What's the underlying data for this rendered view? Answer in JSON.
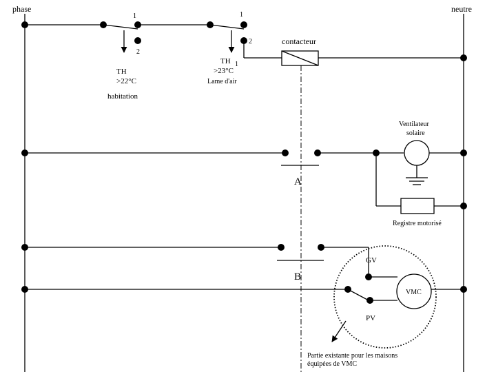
{
  "rails": {
    "phase": "phase",
    "neutre": "neutre"
  },
  "thermostat_habitation": {
    "contact_1": "1",
    "contact_2": "2",
    "name": "TH",
    "setpoint": ">22°C",
    "location": "habitation"
  },
  "thermostat_lame_air": {
    "contact_1": "1",
    "contact_2": "2",
    "contact_1_bis": "1",
    "name": "TH",
    "setpoint": ">23°C",
    "location": "Lame d'air"
  },
  "contacteur": {
    "label": "contacteur"
  },
  "contact_a": {
    "label": "A"
  },
  "contact_b": {
    "label": "B"
  },
  "ventilateur": {
    "line1": "Ventilateur",
    "line2": "solaire"
  },
  "registre": {
    "label": "Registre motorisé"
  },
  "vmc": {
    "label": "VMC",
    "gv": "GV",
    "pv": "PV",
    "note_line1": "Partie existante pour les maisons",
    "note_line2": "équipées de VMC"
  }
}
